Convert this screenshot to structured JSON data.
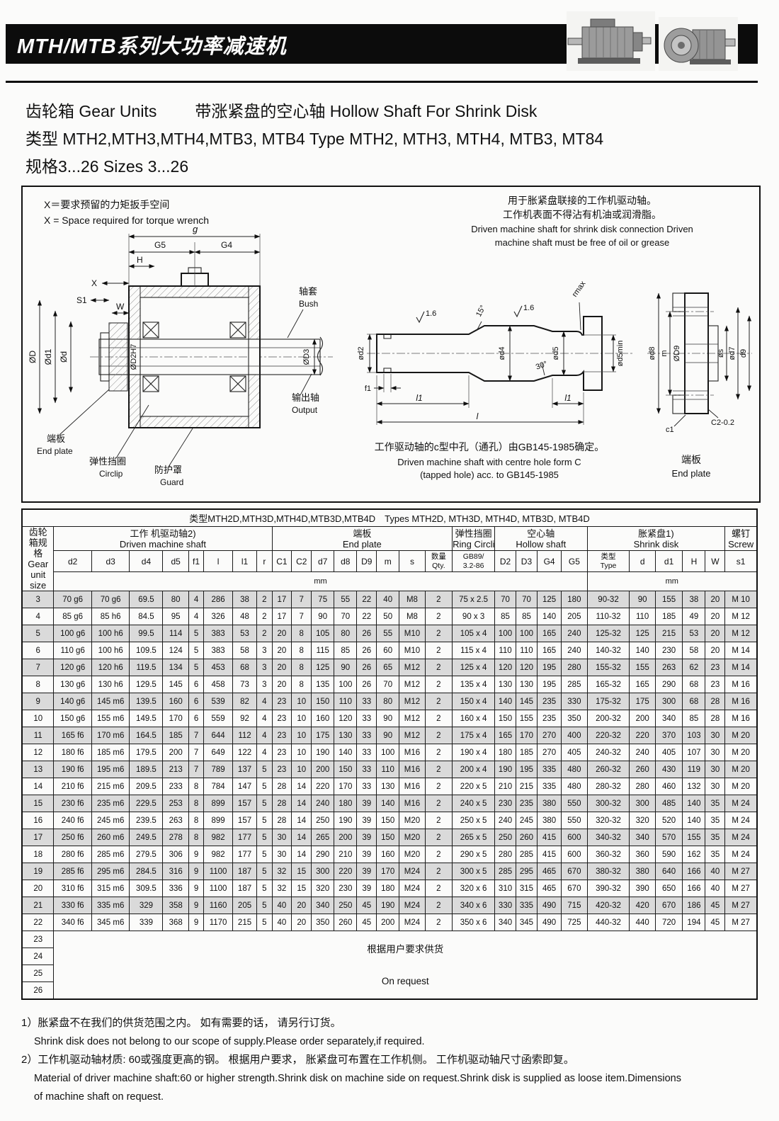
{
  "page": {
    "title": "MTH/MTB系列大功率减速机"
  },
  "intro": {
    "line1a": "齿轮箱 Gear Units",
    "line1b": "带涨紧盘的空心轴 Hollow Shaft For Shrink Disk",
    "line2": "类型 MTH2,MTH3,MTH4,MTB3, MTB4 Type MTH2, MTH3, MTH4, MTB3, MT84",
    "line3": "规格3...26 Sizes 3...26"
  },
  "drawing": {
    "wrench_note_cn": "X＝要求预留的力矩扳手空间",
    "wrench_note_en": "X = Space required for torque wrench",
    "shaft_note_cn1": "用于胀紧盘联接的工作机驱动轴。",
    "shaft_note_cn2": "工作机表面不得沾有机油或润滑脂。",
    "shaft_note_en1": "Driven machine shaft for shrink disk connection Driven",
    "shaft_note_en2": "machine shaft must be free of oil or grease",
    "centre_hole_cn": "工作驱动轴的c型中孔（通孔）由GB145-1985确定。",
    "centre_hole_en1": "Driven machine shaft with centre hole form C",
    "centre_hole_en2": "(tapped hole) acc. to GB145-1985",
    "labels": {
      "g": "g",
      "g5": "G5",
      "g4": "G4",
      "h": "H",
      "x": "X",
      "s1": "S1",
      "w": "W",
      "dD": "ØD",
      "dd1": "Ød1",
      "dd": "Ød",
      "dD2H7": "ØD2H7",
      "dD3": "ØD3",
      "bush_cn": "轴套",
      "bush_en": "Bush",
      "output_cn": "输出轴",
      "output_en": "Output",
      "endplate_cn": "端板",
      "endplate_en": "End plate",
      "circlip_cn": "弹性挡圈",
      "circlip_en": "Circlip",
      "guard_cn": "防护罩",
      "guard_en": "Guard",
      "ra1": "1.6",
      "ra2": "1.6",
      "a15": "15°",
      "a30": "30°",
      "rmax": "rmax",
      "dd2": "ød2",
      "dd4": "ød4",
      "dd5": "ød5",
      "dd5min": "ød5min",
      "f1": "f1",
      "l1a": "l1",
      "l1b": "l1",
      "l": "l",
      "dd8": "ød8",
      "m": "m",
      "dD9": "ØD9",
      "ds": "øs",
      "dd7": "ød7",
      "d9": "d9",
      "c2": "C2-0.2",
      "c1": "c1",
      "endplate2_cn": "端板",
      "endplate2_en": "End plate"
    }
  },
  "table": {
    "title": "类型MTH2D,MTH3D,MTH4D,MTB3D,MTB4D　Types MTH2D, MTH3D, MTH4D, MTB3D, MTB4D",
    "size_header": [
      "齿轮",
      "箱规",
      "格",
      "Gear",
      "unit",
      "size"
    ],
    "groups": [
      {
        "cn": "工作 机驱动轴2)",
        "en": "Driven  machine shaft",
        "span": 8
      },
      {
        "cn": "端板",
        "en": "End plate",
        "span": 8
      },
      {
        "cn": "弹性挡圈",
        "en": "Ring Circlip",
        "span": 1
      },
      {
        "cn": "空心轴",
        "en": "Hollow shaft",
        "span": 4
      },
      {
        "cn": "胀紧盘1)",
        "en": "Shrink  disk",
        "span": 5
      },
      {
        "cn": "螺钉",
        "en": "Screw",
        "span": 1
      }
    ],
    "columns": [
      "d2",
      "d3",
      "d4",
      "d5",
      "f1",
      "l",
      "l1",
      "r",
      "C1",
      "C2",
      "d7",
      "d8",
      "D9",
      "m",
      "s",
      {
        "l1c": "数量",
        "l2c": "Qty."
      },
      {
        "l1c": "GB89/",
        "l2c": "3.2-86"
      },
      "D2",
      "D3",
      "G4",
      "G5",
      {
        "l1c": "类型",
        "l2c": "Type"
      },
      "d",
      "d1",
      "H",
      "W",
      "s1"
    ],
    "unit": "mm",
    "rows": [
      [
        "3",
        "70 g6",
        "70 g6",
        "69.5",
        "80",
        "4",
        "286",
        "38",
        "2",
        "17",
        "7",
        "75",
        "55",
        "22",
        "40",
        "M8",
        "2",
        "75 x 2.5",
        "70",
        "70",
        "125",
        "180",
        "90-32",
        "90",
        "155",
        "38",
        "20",
        "M 10"
      ],
      [
        "4",
        "85 g6",
        "85 h6",
        "84.5",
        "95",
        "4",
        "326",
        "48",
        "2",
        "17",
        "7",
        "90",
        "70",
        "22",
        "50",
        "M8",
        "2",
        "90 x 3",
        "85",
        "85",
        "140",
        "205",
        "110-32",
        "110",
        "185",
        "49",
        "20",
        "M 12"
      ],
      [
        "5",
        "100 g6",
        "100 h6",
        "99.5",
        "114",
        "5",
        "383",
        "53",
        "2",
        "20",
        "8",
        "105",
        "80",
        "26",
        "55",
        "M10",
        "2",
        "105 x 4",
        "100",
        "100",
        "165",
        "240",
        "125-32",
        "125",
        "215",
        "53",
        "20",
        "M 12"
      ],
      [
        "6",
        "110 g6",
        "100 h6",
        "109.5",
        "124",
        "5",
        "383",
        "58",
        "3",
        "20",
        "8",
        "115",
        "85",
        "26",
        "60",
        "M10",
        "2",
        "115 x 4",
        "110",
        "110",
        "165",
        "240",
        "140-32",
        "140",
        "230",
        "58",
        "20",
        "M 14"
      ],
      [
        "7",
        "120 g6",
        "120 h6",
        "119.5",
        "134",
        "5",
        "453",
        "68",
        "3",
        "20",
        "8",
        "125",
        "90",
        "26",
        "65",
        "M12",
        "2",
        "125 x 4",
        "120",
        "120",
        "195",
        "280",
        "155-32",
        "155",
        "263",
        "62",
        "23",
        "M 14"
      ],
      [
        "8",
        "130 g6",
        "130 h6",
        "129.5",
        "145",
        "6",
        "458",
        "73",
        "3",
        "20",
        "8",
        "135",
        "100",
        "26",
        "70",
        "M12",
        "2",
        "135 x 4",
        "130",
        "130",
        "195",
        "285",
        "165-32",
        "165",
        "290",
        "68",
        "23",
        "M 16"
      ],
      [
        "9",
        "140 g6",
        "145 m6",
        "139.5",
        "160",
        "6",
        "539",
        "82",
        "4",
        "23",
        "10",
        "150",
        "110",
        "33",
        "80",
        "M12",
        "2",
        "150 x 4",
        "140",
        "145",
        "235",
        "330",
        "175-32",
        "175",
        "300",
        "68",
        "28",
        "M 16"
      ],
      [
        "10",
        "150 g6",
        "155 m6",
        "149.5",
        "170",
        "6",
        "559",
        "92",
        "4",
        "23",
        "10",
        "160",
        "120",
        "33",
        "90",
        "M12",
        "2",
        "160 x 4",
        "150",
        "155",
        "235",
        "350",
        "200-32",
        "200",
        "340",
        "85",
        "28",
        "M 16"
      ],
      [
        "11",
        "165 f6",
        "170 m6",
        "164.5",
        "185",
        "7",
        "644",
        "112",
        "4",
        "23",
        "10",
        "175",
        "130",
        "33",
        "90",
        "M12",
        "2",
        "175 x 4",
        "165",
        "170",
        "270",
        "400",
        "220-32",
        "220",
        "370",
        "103",
        "30",
        "M 20"
      ],
      [
        "12",
        "180 f6",
        "185 m6",
        "179.5",
        "200",
        "7",
        "649",
        "122",
        "4",
        "23",
        "10",
        "190",
        "140",
        "33",
        "100",
        "M16",
        "2",
        "190 x 4",
        "180",
        "185",
        "270",
        "405",
        "240-32",
        "240",
        "405",
        "107",
        "30",
        "M 20"
      ],
      [
        "13",
        "190 f6",
        "195 m6",
        "189.5",
        "213",
        "7",
        "789",
        "137",
        "5",
        "23",
        "10",
        "200",
        "150",
        "33",
        "110",
        "M16",
        "2",
        "200 x 4",
        "190",
        "195",
        "335",
        "480",
        "260-32",
        "260",
        "430",
        "119",
        "30",
        "M 20"
      ],
      [
        "14",
        "210 f6",
        "215 m6",
        "209.5",
        "233",
        "8",
        "784",
        "147",
        "5",
        "28",
        "14",
        "220",
        "170",
        "33",
        "130",
        "M16",
        "2",
        "220 x 5",
        "210",
        "215",
        "335",
        "480",
        "280-32",
        "280",
        "460",
        "132",
        "30",
        "M 20"
      ],
      [
        "15",
        "230 f6",
        "235 m6",
        "229.5",
        "253",
        "8",
        "899",
        "157",
        "5",
        "28",
        "14",
        "240",
        "180",
        "39",
        "140",
        "M16",
        "2",
        "240 x 5",
        "230",
        "235",
        "380",
        "550",
        "300-32",
        "300",
        "485",
        "140",
        "35",
        "M 24"
      ],
      [
        "16",
        "240 f6",
        "245 m6",
        "239.5",
        "263",
        "8",
        "899",
        "157",
        "5",
        "28",
        "14",
        "250",
        "190",
        "39",
        "150",
        "M20",
        "2",
        "250 x 5",
        "240",
        "245",
        "380",
        "550",
        "320-32",
        "320",
        "520",
        "140",
        "35",
        "M 24"
      ],
      [
        "17",
        "250 f6",
        "260 m6",
        "249.5",
        "278",
        "8",
        "982",
        "177",
        "5",
        "30",
        "14",
        "265",
        "200",
        "39",
        "150",
        "M20",
        "2",
        "265 x 5",
        "250",
        "260",
        "415",
        "600",
        "340-32",
        "340",
        "570",
        "155",
        "35",
        "M 24"
      ],
      [
        "18",
        "280 f6",
        "285 m6",
        "279.5",
        "306",
        "9",
        "982",
        "177",
        "5",
        "30",
        "14",
        "290",
        "210",
        "39",
        "160",
        "M20",
        "2",
        "290 x 5",
        "280",
        "285",
        "415",
        "600",
        "360-32",
        "360",
        "590",
        "162",
        "35",
        "M 24"
      ],
      [
        "19",
        "285 f6",
        "295 m6",
        "284.5",
        "316",
        "9",
        "1100",
        "187",
        "5",
        "32",
        "15",
        "300",
        "220",
        "39",
        "170",
        "M24",
        "2",
        "300 x 5",
        "285",
        "295",
        "465",
        "670",
        "380-32",
        "380",
        "640",
        "166",
        "40",
        "M 27"
      ],
      [
        "20",
        "310 f6",
        "315 m6",
        "309.5",
        "336",
        "9",
        "1100",
        "187",
        "5",
        "32",
        "15",
        "320",
        "230",
        "39",
        "180",
        "M24",
        "2",
        "320 x 6",
        "310",
        "315",
        "465",
        "670",
        "390-32",
        "390",
        "650",
        "166",
        "40",
        "M 27"
      ],
      [
        "21",
        "330 f6",
        "335 m6",
        "329",
        "358",
        "9",
        "1160",
        "205",
        "5",
        "40",
        "20",
        "340",
        "250",
        "45",
        "190",
        "M24",
        "2",
        "340 x 6",
        "330",
        "335",
        "490",
        "715",
        "420-32",
        "420",
        "670",
        "186",
        "45",
        "M 27"
      ],
      [
        "22",
        "340 f6",
        "345 m6",
        "339",
        "368",
        "9",
        "1170",
        "215",
        "5",
        "40",
        "20",
        "350",
        "260",
        "45",
        "200",
        "M24",
        "2",
        "350 x 6",
        "340",
        "345",
        "490",
        "725",
        "440-32",
        "440",
        "720",
        "194",
        "45",
        "M 27"
      ]
    ],
    "request_sizes": [
      "23",
      "24",
      "25",
      "26"
    ],
    "request_cn": "根据用户要求供货",
    "request_en": "On  request"
  },
  "footnotes": {
    "f1_cn": "1）胀紧盘不在我们的供货范围之内。 如有需要的话， 请另行订货。",
    "f1_en": "Shrink disk does not belong to our scope of supply.Please order separately,if required.",
    "f2_cn": "2）工作机驱动轴材质: 60或强度更高的钢。 根据用户要求， 胀紧盘可布置在工作机侧。 工作机驱动轴尺寸函索即复。",
    "f2_en1": "Material of driver machine shaft:60 or higher strength.Shrink disk on machine side on request.Shrink disk is supplied as loose item.Dimensions",
    "f2_en2": "of machine shaft on request."
  }
}
